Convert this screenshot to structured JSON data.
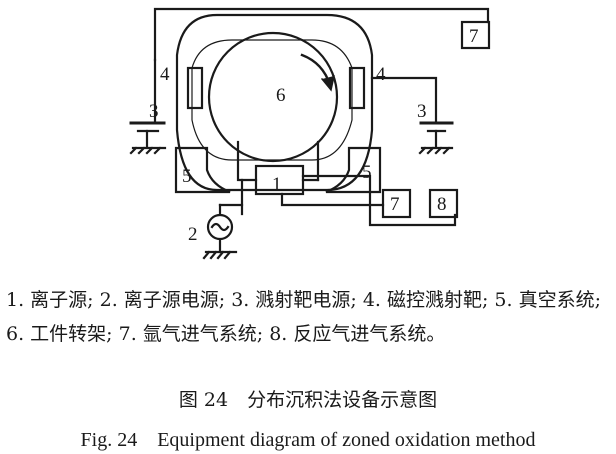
{
  "diagram": {
    "labels": {
      "c1": "1",
      "c2": "2",
      "c3_left": "3",
      "c3_right": "3",
      "c4_left": "4",
      "c4_right": "4",
      "c5_left": "5",
      "c5_right": "5",
      "c6": "6",
      "c7_top": "7",
      "c7_bottom": "7",
      "c8": "8"
    }
  },
  "legend": {
    "text": "1. 离子源; 2. 离子源电源; 3. 溅射靶电源; 4. 磁控溅射靶; 5. 真空系统; 6. 工件转架; 7. 氩气进气系统; 8. 反应气进气系统。"
  },
  "caption": {
    "zh": "图 24　分布沉积法设备示意图",
    "en": "Fig. 24　Equipment diagram of zoned oxidation method"
  }
}
